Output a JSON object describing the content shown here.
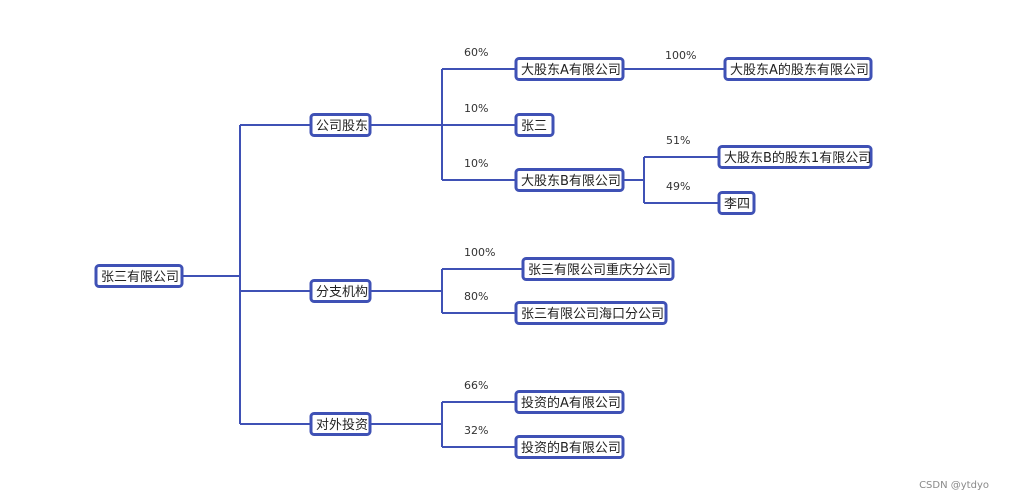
{
  "colors": {
    "edge": "#3f51b5",
    "node_border": "#3f51b5",
    "node_fill": "#ffffff"
  },
  "tree": {
    "root": {
      "label": "张三有限公司"
    },
    "branches": [
      {
        "label": "公司股东",
        "children": [
          {
            "label": "大股东A有限公司",
            "pct": "60%",
            "children": [
              {
                "label": "大股东A的股东有限公司",
                "pct": "100%"
              }
            ]
          },
          {
            "label": "张三",
            "pct": "10%"
          },
          {
            "label": "大股东B有限公司",
            "pct": "10%",
            "children": [
              {
                "label": "大股东B的股东1有限公司",
                "pct": "51%"
              },
              {
                "label": "李四",
                "pct": "49%"
              }
            ]
          }
        ]
      },
      {
        "label": "分支机构",
        "children": [
          {
            "label": "张三有限公司重庆分公司",
            "pct": "100%"
          },
          {
            "label": "张三有限公司海口分公司",
            "pct": "80%"
          }
        ]
      },
      {
        "label": "对外投资",
        "children": [
          {
            "label": "投资的A有限公司",
            "pct": "66%"
          },
          {
            "label": "投资的B有限公司",
            "pct": "32%"
          }
        ]
      }
    ]
  },
  "watermark": "CSDN @ytdyo"
}
